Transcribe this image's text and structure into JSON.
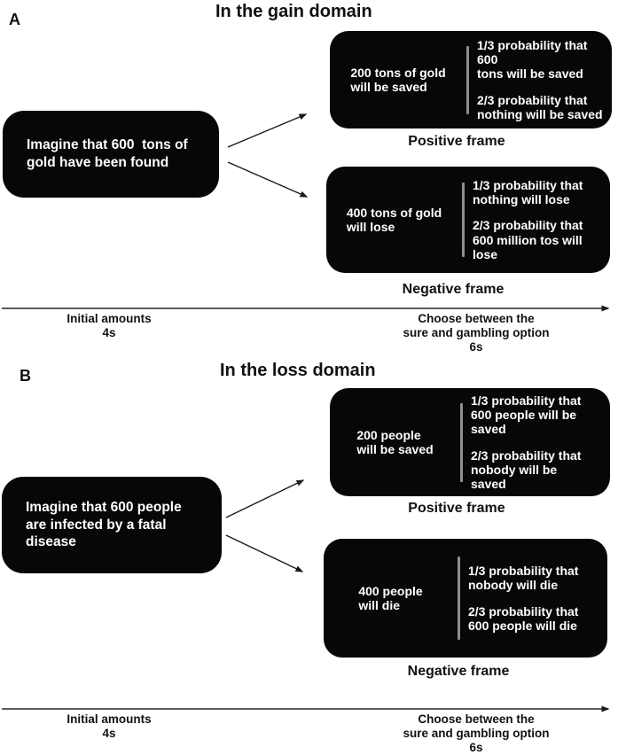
{
  "figure": {
    "colors": {
      "box_background": "#070707",
      "box_text": "#ffffff",
      "divider": "#8f8f8f",
      "label_text": "#111111",
      "arrow": "#1a1a1a",
      "timeline_line": "#454545"
    },
    "panels": [
      {
        "label": "A",
        "title": "In the gain domain",
        "stimulus": "Imagine that 600  tons of\ngold have been found",
        "options": [
          {
            "sure": "200 tons of gold\nwill be saved",
            "gamble1": "1/3 probability that 600\ntons will be saved",
            "gamble2": "2/3 probability that\nnothing will be saved",
            "frame_label": "Positive frame"
          },
          {
            "sure": "400 tons of gold\nwill lose",
            "gamble1": "1/3 probability that\nnothing will lose",
            "gamble2": "2/3 probability that\n600 million tos will\nlose",
            "frame_label": "Negative frame"
          }
        ],
        "timeline": {
          "left_label": "Initial amounts",
          "left_duration": "4s",
          "right_label": "Choose between the\nsure and gambling option",
          "right_duration": "6s"
        }
      },
      {
        "label": "B",
        "title": "In the loss domain",
        "stimulus": "Imagine that 600 people\nare infected by a fatal\ndisease",
        "options": [
          {
            "sure": "200 people\nwill be saved",
            "gamble1": "1/3 probability that\n600 people will be\nsaved",
            "gamble2": "2/3 probability that\nnobody will be\nsaved",
            "frame_label": "Positive frame"
          },
          {
            "sure": "400 people\nwill die",
            "gamble1": "1/3 probability that\nnobody will die",
            "gamble2": "2/3 probability that\n600 people will die",
            "frame_label": "Negative frame"
          }
        ],
        "timeline": {
          "left_label": "Initial amounts",
          "left_duration": "4s",
          "right_label": "Choose between the\nsure and gambling option",
          "right_duration": "6s"
        }
      }
    ]
  }
}
